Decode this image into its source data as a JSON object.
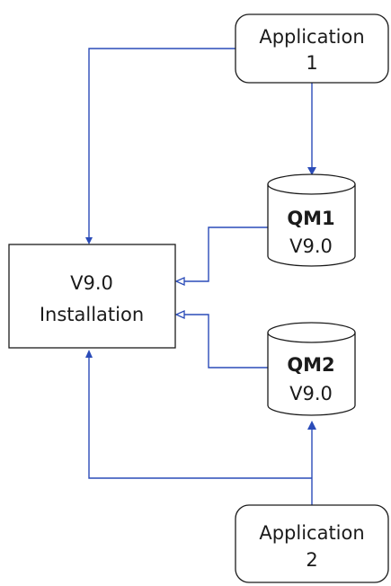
{
  "diagram": {
    "application_1": {
      "line1": "Application",
      "line2": "1"
    },
    "application_2": {
      "line1": "Application",
      "line2": "2"
    },
    "qm1": {
      "name": "QM1",
      "version": "V9.0"
    },
    "qm2": {
      "name": "QM2",
      "version": "V9.0"
    },
    "installation": {
      "line1": "V9.0",
      "line2": "Installation"
    }
  },
  "colors": {
    "connector": "#2a4bb8",
    "outline": "#1b1b1b",
    "text": "#1b1b1b"
  }
}
